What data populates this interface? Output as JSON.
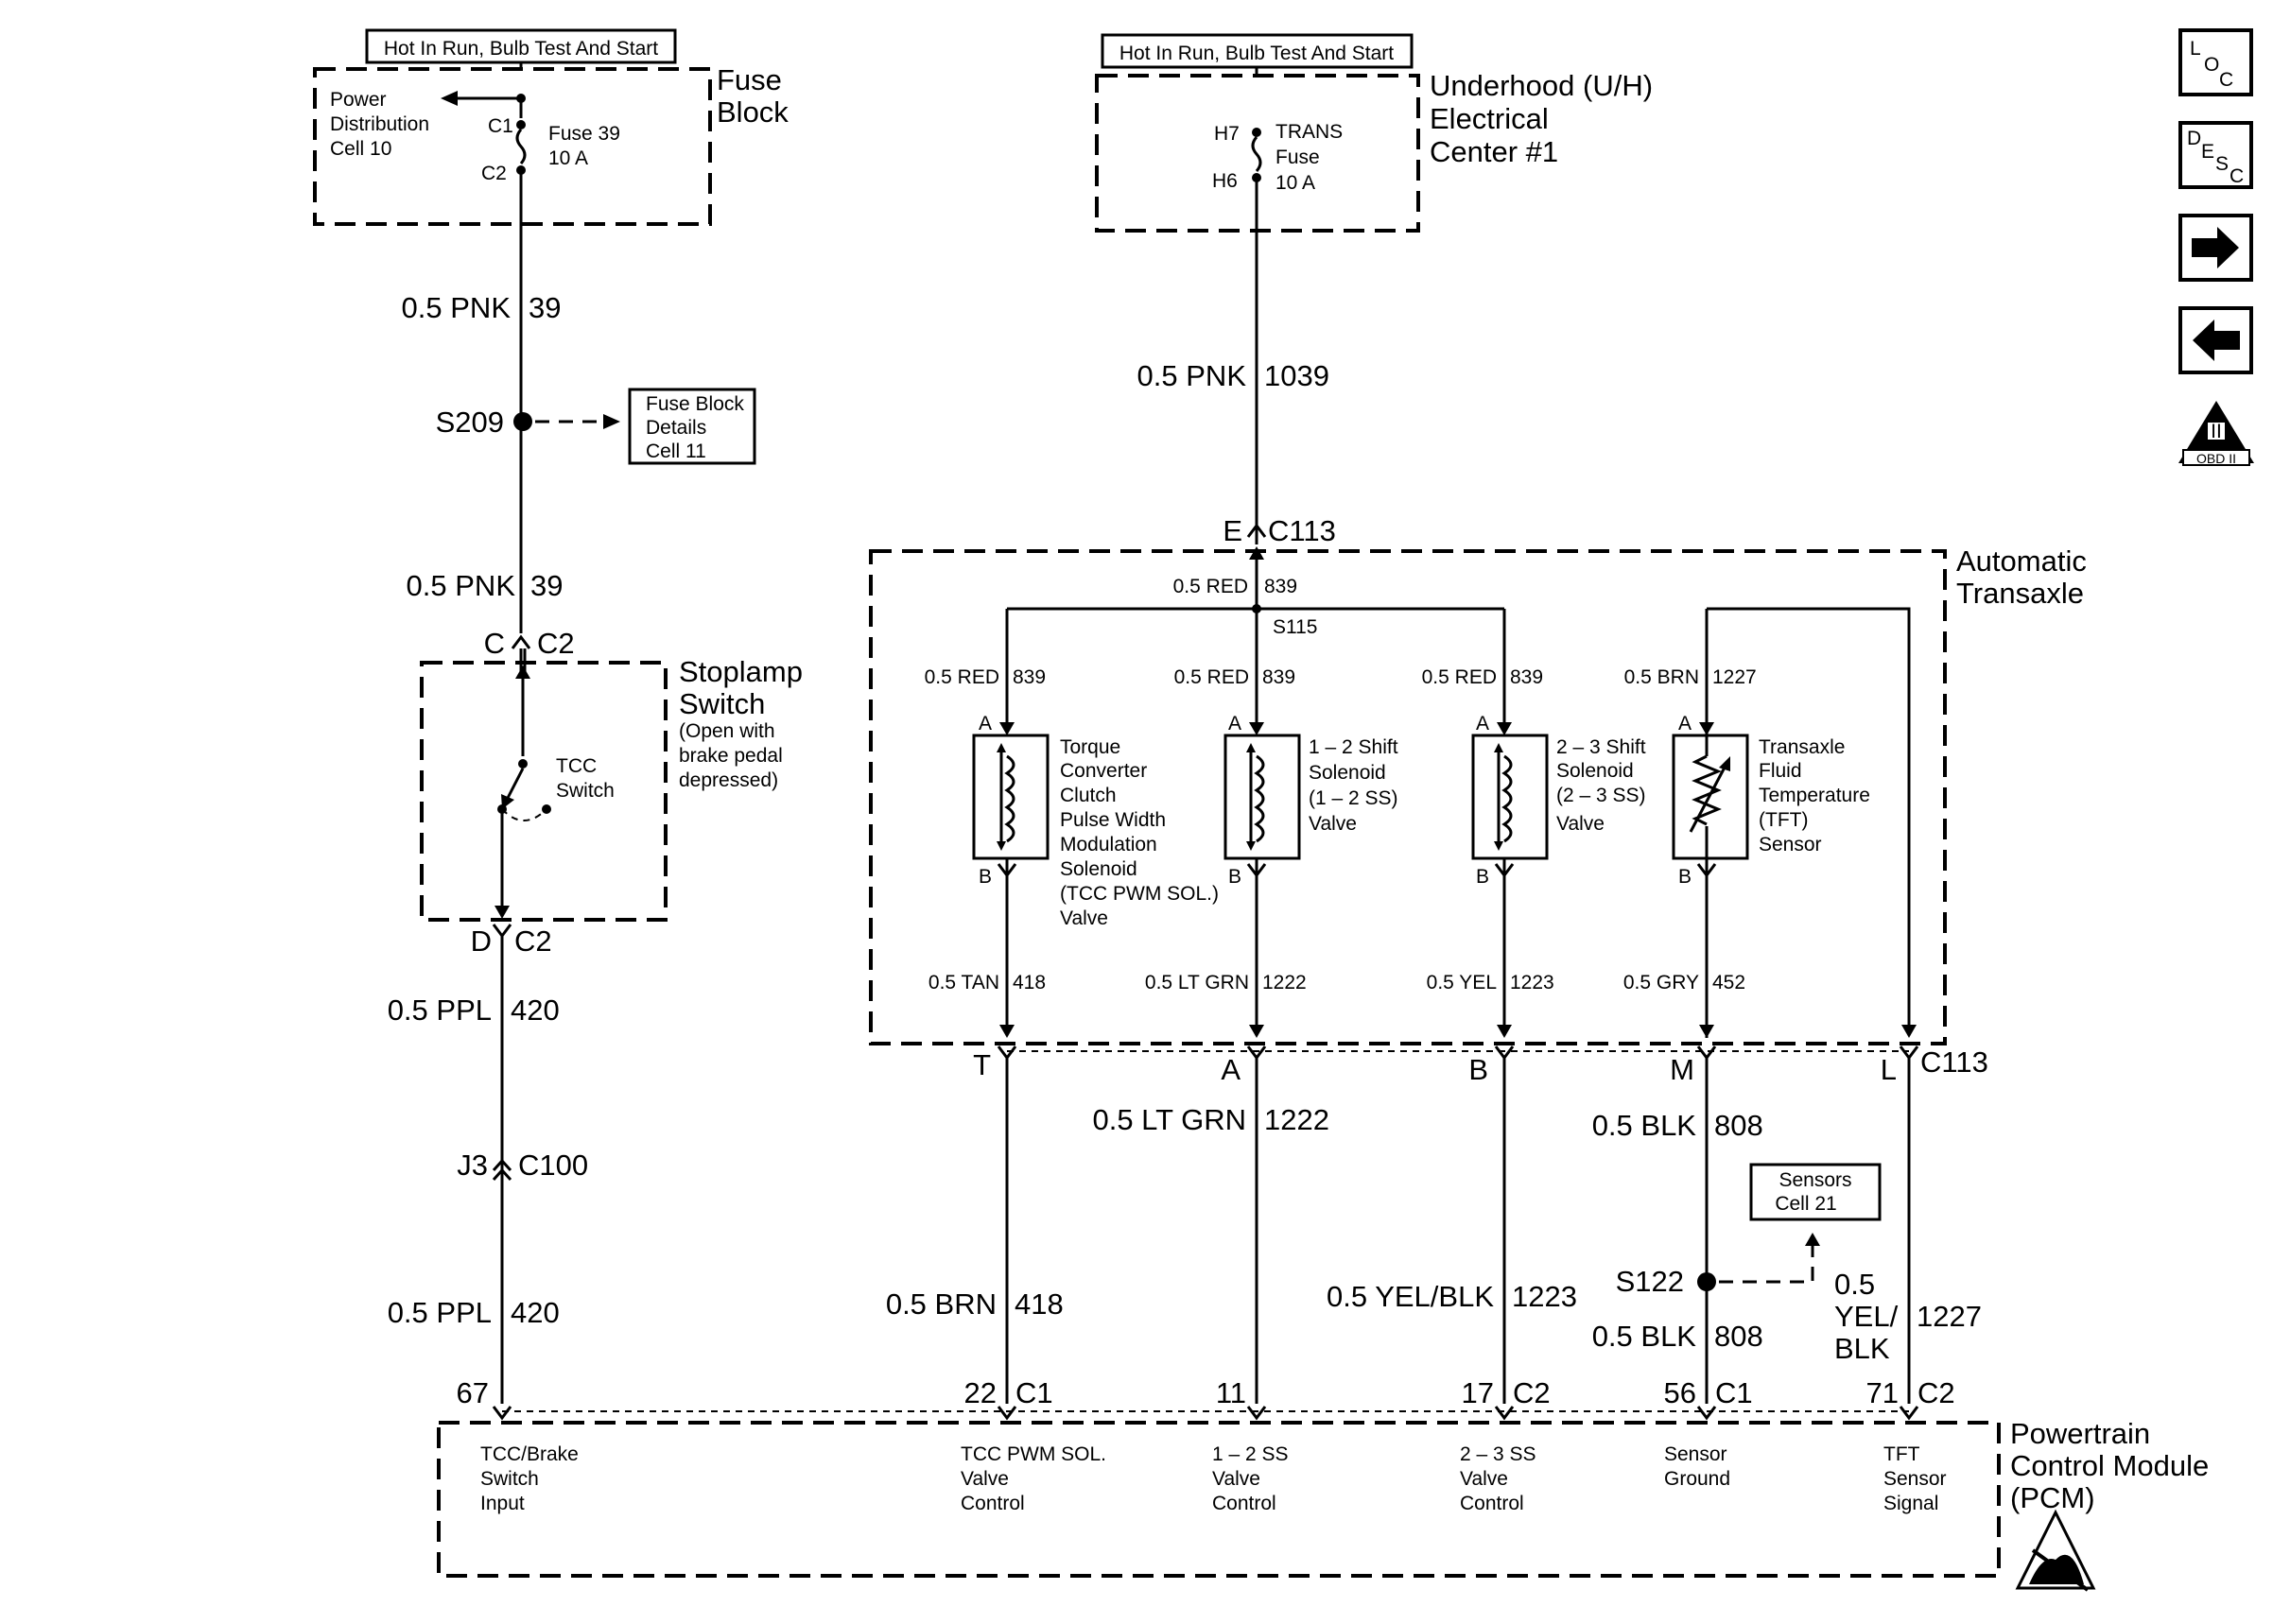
{
  "top_left": {
    "banner": "Hot In Run, Bulb Test And Start",
    "module": [
      "Fuse",
      "Block"
    ],
    "pdc": [
      "Power",
      "Distribution",
      "Cell 10"
    ],
    "c1": "C1",
    "c2": "C2",
    "fuse": [
      "Fuse 39",
      "10 A"
    ]
  },
  "top_right": {
    "banner": "Hot In Run, Bulb Test And Start",
    "module": [
      "Underhood (U/H)",
      "Electrical",
      "Center #1"
    ],
    "h7": "H7",
    "h6": "H6",
    "fuse": [
      "TRANS",
      "Fuse",
      "10 A"
    ]
  },
  "left_chain": {
    "wire1": {
      "gauge": "0.5 PNK",
      "circuit": "39"
    },
    "s209": "S209",
    "fb_ref": [
      "Fuse Block",
      "Details",
      "Cell 11"
    ],
    "wire2": {
      "gauge": "0.5 PNK",
      "circuit": "39"
    },
    "conn_top": {
      "pin": "C",
      "conn": "C2"
    },
    "switch_module": [
      "Stoplamp",
      "Switch"
    ],
    "switch_note": [
      "(Open with",
      "brake pedal",
      "depressed)"
    ],
    "switch_label": [
      "TCC",
      "Switch"
    ],
    "conn_bottom": {
      "pin": "D",
      "conn": "C2"
    },
    "wire3": {
      "gauge": "0.5 PPL",
      "circuit": "420"
    },
    "c100": {
      "pin": "J3",
      "conn": "C100"
    },
    "wire4": {
      "gauge": "0.5 PPL",
      "circuit": "420"
    }
  },
  "trans_feed": {
    "wire": {
      "gauge": "0.5 PNK",
      "circuit": "1039"
    },
    "conn": {
      "pin": "E",
      "conn": "C113"
    }
  },
  "transaxle": {
    "title": [
      "Automatic",
      "Transaxle"
    ],
    "red_in": {
      "gauge": "0.5 RED",
      "circuit": "839"
    },
    "splice": "S115",
    "feeds": [
      {
        "gauge": "0.5 RED",
        "circuit": "839"
      },
      {
        "gauge": "0.5 RED",
        "circuit": "839"
      },
      {
        "gauge": "0.5 RED",
        "circuit": "839"
      },
      {
        "gauge": "0.5 BRN",
        "circuit": "1227"
      }
    ],
    "pin_a": "A",
    "pin_b": "B",
    "components": [
      [
        "Torque",
        "Converter",
        "Clutch",
        "Pulse Width",
        "Modulation",
        "Solenoid",
        "(TCC PWM SOL.)",
        "Valve"
      ],
      [
        "1 – 2 Shift",
        "Solenoid",
        "(1 – 2 SS)",
        "Valve"
      ],
      [
        "2 – 3 Shift",
        "Solenoid",
        "(2 – 3 SS)",
        "Valve"
      ],
      [
        "Transaxle",
        "Fluid",
        "Temperature",
        "(TFT)",
        "Sensor"
      ]
    ],
    "outputs": [
      {
        "gauge": "0.5 TAN",
        "circuit": "418"
      },
      {
        "gauge": "0.5 LT GRN",
        "circuit": "1222"
      },
      {
        "gauge": "0.5 YEL",
        "circuit": "1223"
      },
      {
        "gauge": "0.5 GRY",
        "circuit": "452"
      }
    ],
    "c113_pins": [
      "T",
      "A",
      "B",
      "M",
      "L"
    ],
    "c113_label": "C113"
  },
  "lower": {
    "ltgrn": {
      "gauge": "0.5 LT GRN",
      "circuit": "1222"
    },
    "blk_top": {
      "gauge": "0.5 BLK",
      "circuit": "808"
    },
    "sensors_ref": [
      "Sensors",
      "Cell 21"
    ],
    "s122": "S122",
    "brn": {
      "gauge": "0.5 BRN",
      "circuit": "418"
    },
    "yelblk": {
      "gauge": "0.5 YEL/BLK",
      "circuit": "1223"
    },
    "blk_bottom": {
      "gauge": "0.5 BLK",
      "circuit": "808"
    },
    "tft_wire": {
      "gauge": [
        "0.5",
        "YEL/",
        "BLK"
      ],
      "circuit": "1227"
    }
  },
  "pcm": {
    "title": [
      "Powertrain",
      "Control Module",
      "(PCM)"
    ],
    "pins": [
      {
        "pin": "67",
        "conn": ""
      },
      {
        "pin": "22",
        "conn": "C1"
      },
      {
        "pin": "11",
        "conn": ""
      },
      {
        "pin": "17",
        "conn": "C2"
      },
      {
        "pin": "56",
        "conn": "C1"
      },
      {
        "pin": "71",
        "conn": "C2"
      }
    ],
    "inputs": [
      [
        "TCC/Brake",
        "Switch",
        "Input"
      ],
      [
        "TCC PWM SOL.",
        "Valve",
        "Control"
      ],
      [
        "1 – 2 SS",
        "Valve",
        "Control"
      ],
      [
        "2 – 3 SS",
        "Valve",
        "Control"
      ],
      [
        "Sensor",
        "Ground"
      ],
      [
        "TFT",
        "Sensor",
        "Signal"
      ]
    ]
  },
  "nav": {
    "loc": [
      "L",
      "O",
      "C"
    ],
    "desc": [
      "D",
      "E",
      "S",
      "C"
    ],
    "obd": [
      "II",
      "OBD II"
    ]
  }
}
